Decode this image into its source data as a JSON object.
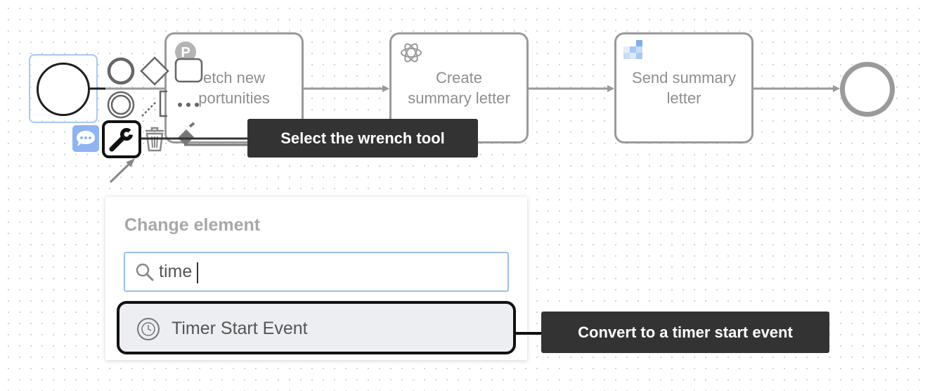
{
  "diagram": {
    "tasks": [
      {
        "label": "etch new\nportunities",
        "icon": "p-badge-icon"
      },
      {
        "label": "Create\nsummary letter",
        "icon": "openai-logo-icon"
      },
      {
        "label": "Send summary\nletter",
        "icon": "pixel-logo-icon"
      }
    ],
    "start_event": "start-event",
    "end_event": "end-event"
  },
  "context_pad": {
    "icons": [
      "start-event-icon",
      "gateway-icon",
      "task-icon",
      "intermediate-event-icon",
      "annotation-icon",
      "more-icon",
      "comment-icon",
      "wrench-icon",
      "trash-icon",
      "color-icon",
      "connect-arrow-icon"
    ]
  },
  "tooltips": {
    "wrench": "Select the wrench tool",
    "convert": "Convert to a timer start event"
  },
  "popup": {
    "title": "Change element",
    "search_value": "time",
    "result_label": "Timer Start Event"
  },
  "colors": {
    "selection": "#a9c8f0",
    "tooltip_bg": "#333333",
    "comment_bg": "#8fb4ef",
    "task_border": "#9a9a9a"
  }
}
